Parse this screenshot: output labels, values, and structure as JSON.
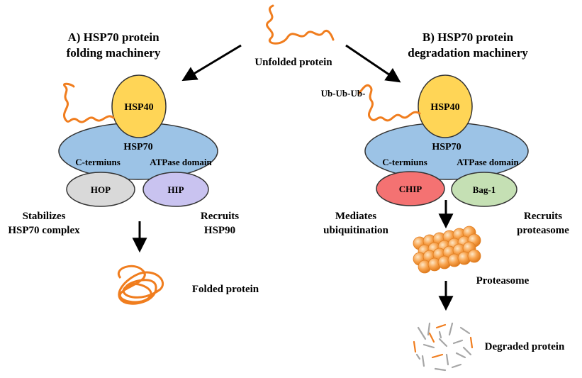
{
  "panel_a": {
    "title_line1": "A) HSP70 protein",
    "title_line2": "folding machinery",
    "left_note_line1": "Stabilizes",
    "left_note_line2": "HSP70 complex",
    "right_note_line1": "Recruits",
    "right_note_line2": "HSP90",
    "result_label": "Folded protein"
  },
  "panel_b": {
    "title_line1": "B) HSP70 protein",
    "title_line2": "degradation machinery",
    "ub_tag": "Ub-Ub-Ub-",
    "left_note_line1": "Mediates",
    "left_note_line2": "ubiquitination",
    "right_note_line1": "Recruits",
    "right_note_line2": "proteasome",
    "proteasome_label": "Proteasome",
    "result_label": "Degraded protein"
  },
  "center": {
    "unfolded_label": "Unfolded protein"
  },
  "complex_a": {
    "hsp40": "HSP40",
    "hsp70": "HSP70",
    "c_term": "C-termiuns",
    "atpase": "ATPase domain",
    "cochap_left": "HOP",
    "cochap_right": "HIP"
  },
  "complex_b": {
    "hsp40": "HSP40",
    "hsp70": "HSP70",
    "c_term": "C-termiuns",
    "atpase": "ATPase domain",
    "cochap_left": "CHIP",
    "cochap_right": "Bag-1"
  },
  "colors": {
    "protein_strand": "#f07d1e",
    "hsp40_fill": "#ffd556",
    "hsp70_fill": "#9cc3e6",
    "hop_fill": "#d9d9d9",
    "hip_fill": "#c9c3f0",
    "chip_fill": "#f47272",
    "bag1_fill": "#c5e0b4",
    "proteasome_fill": "#f8a34d",
    "fragment_gray": "#a6a6a6"
  }
}
